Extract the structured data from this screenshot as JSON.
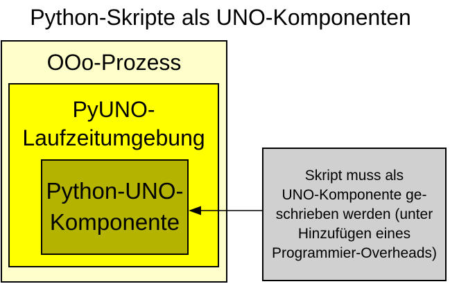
{
  "title": "Python-Skripte als UNO-Komponenten",
  "diagram": {
    "process_box": {
      "label": "OOo-Prozess",
      "bg_color": "#ffffcc",
      "border_color": "#000000"
    },
    "runtime_box": {
      "lines": [
        "PyUNO-",
        "Laufzeitumgebung"
      ],
      "bg_color": "#ffff00",
      "border_color": "#000000"
    },
    "component_box": {
      "lines": [
        "Python-UNO-",
        "Komponente"
      ],
      "bg_color": "#b3b300",
      "border_color": "#000000"
    },
    "note_box": {
      "lines": [
        "Skript muss als",
        "UNO-Komponente ge-",
        "schrieben werden (unter",
        "Hinzufügen eines",
        "Programmier-Overheads)"
      ],
      "bg_color": "#d0d0d0",
      "border_color": "#000000"
    },
    "arrow": {
      "direction": "left",
      "from": "note_box",
      "to": "component_box",
      "color": "#000000"
    }
  }
}
